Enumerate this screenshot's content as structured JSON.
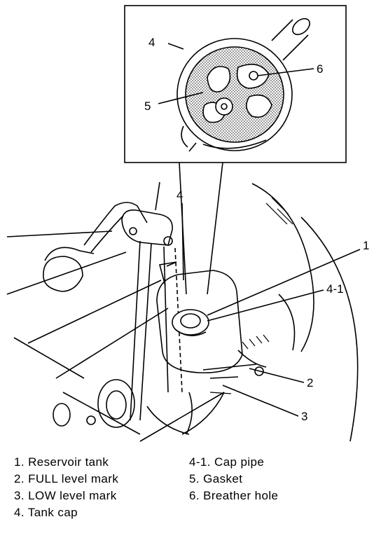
{
  "callouts": {
    "detail_tank_cap": "4",
    "detail_breather_hole": "6",
    "detail_gasket": "5",
    "main_tank_cap": "4",
    "reservoir_tank": "1",
    "cap_pipe": "4-1",
    "full_level_mark": "2",
    "low_level_mark": "3"
  },
  "legend": {
    "left": [
      "1. Reservoir tank",
      "2. FULL level mark",
      "3. LOW level mark",
      "4. Tank cap"
    ],
    "right": [
      "4-1. Cap pipe",
      "5. Gasket",
      "6. Breather hole"
    ]
  },
  "colors": {
    "ink": "#000000",
    "paper": "#ffffff",
    "hatch": "#9a9a9a"
  }
}
